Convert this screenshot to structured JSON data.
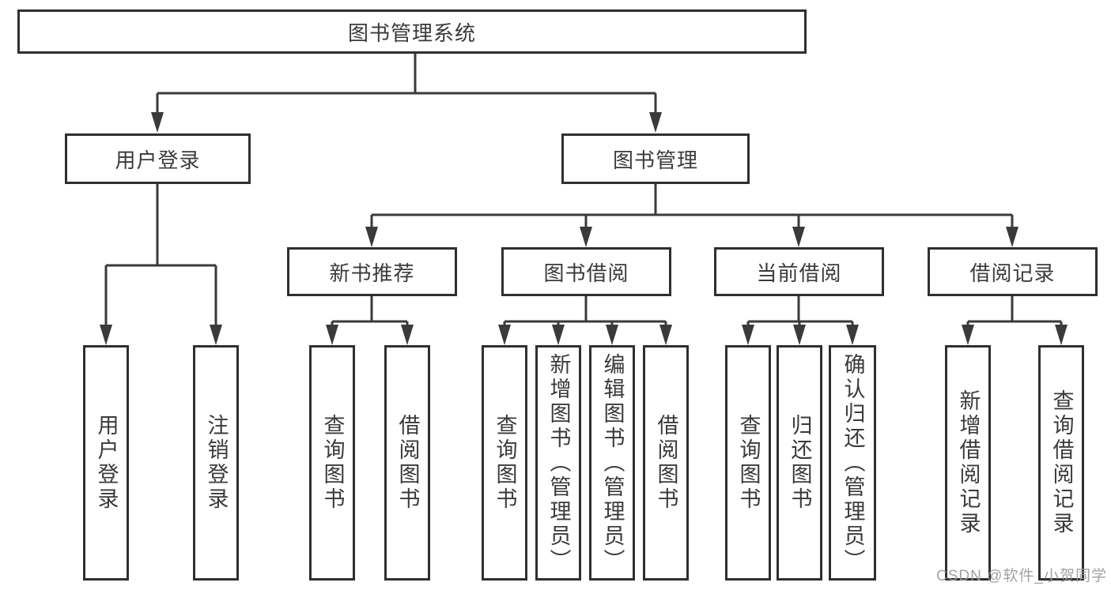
{
  "diagram": {
    "root": {
      "label": "图书管理系统"
    },
    "level2": [
      {
        "label": "用户登录"
      },
      {
        "label": "图书管理"
      }
    ],
    "level3": [
      {
        "label": "新书推荐"
      },
      {
        "label": "图书借阅"
      },
      {
        "label": "当前借阅"
      },
      {
        "label": "借阅记录"
      }
    ],
    "leaves": {
      "user_login": [
        "用户登录",
        "注销登录"
      ],
      "new_books": [
        "查询图书",
        "借阅图书"
      ],
      "book_borrow": [
        "查询图书",
        "新增图书（管理员）",
        "编辑图书（管理员）",
        "借阅图书"
      ],
      "current_borrow": [
        "查询图书",
        "归还图书",
        "确认归还（管理员）"
      ],
      "borrow_records": [
        "新增借阅记录",
        "查询借阅记录"
      ]
    },
    "watermark": "CSDN @软件_小贺同学",
    "colors": {
      "line": "#3a3a3a",
      "border": "#2f2f2f",
      "text": "#3a3a3a",
      "watermark_text": "#9a9a9a",
      "background": "#ffffff"
    }
  }
}
